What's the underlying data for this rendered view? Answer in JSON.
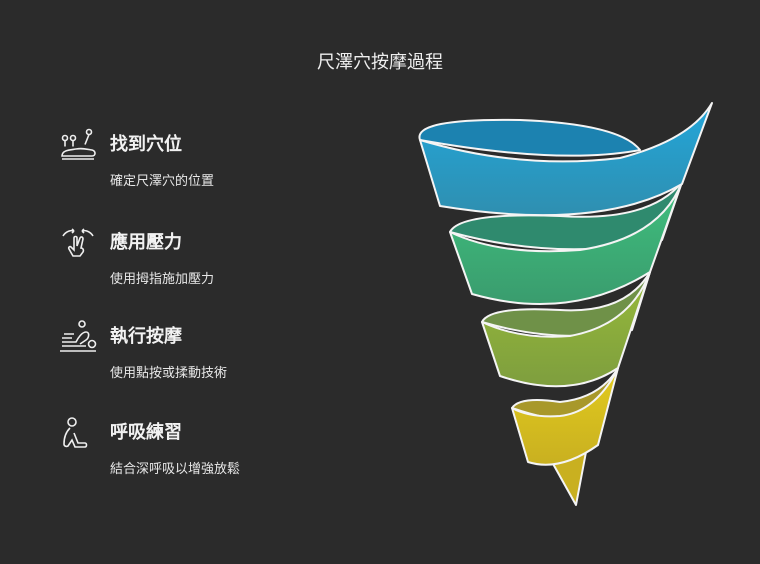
{
  "title": "尺澤穴按摩過程",
  "steps": [
    {
      "heading": "找到穴位",
      "description": "確定尺澤穴的位置",
      "icon": "acupoint-locate-icon"
    },
    {
      "heading": "應用壓力",
      "description": "使用拇指施加壓力",
      "icon": "finger-press-icon"
    },
    {
      "heading": "執行按摩",
      "description": "使用點按或揉動技術",
      "icon": "massage-icon"
    },
    {
      "heading": "呼吸練習",
      "description": "結合深呼吸以增強放鬆",
      "icon": "breathing-person-icon"
    }
  ],
  "colors": {
    "background": "#2b2b2b",
    "band1": "#2aa3d4",
    "band2": "#3dbb7c",
    "band3": "#8db43a",
    "band4": "#d9c41c"
  }
}
